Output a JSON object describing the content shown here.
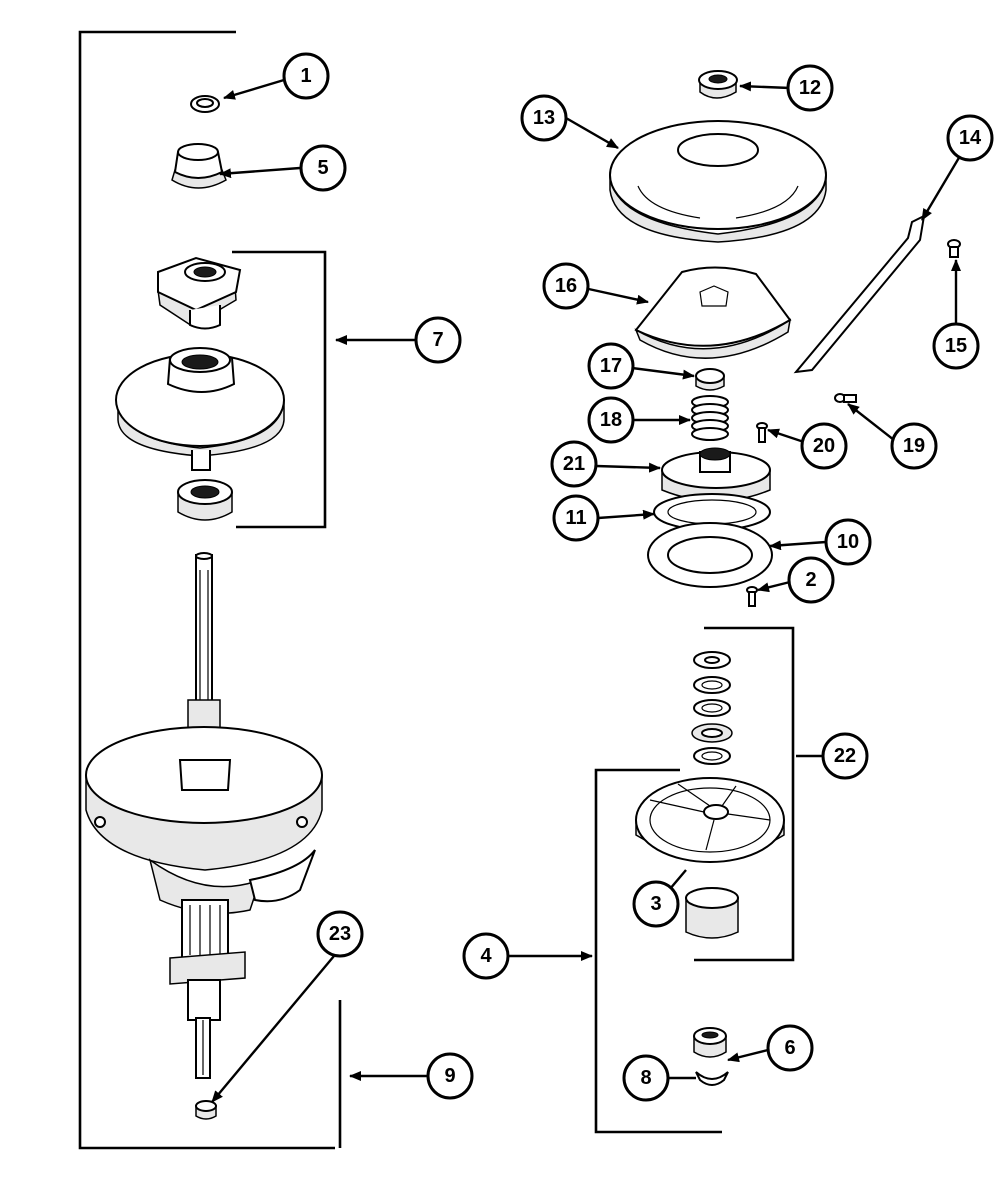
{
  "callouts": [
    {
      "id": "c1",
      "label": "1"
    },
    {
      "id": "c5",
      "label": "5"
    },
    {
      "id": "c7",
      "label": "7"
    },
    {
      "id": "c12",
      "label": "12"
    },
    {
      "id": "c13",
      "label": "13"
    },
    {
      "id": "c14",
      "label": "14"
    },
    {
      "id": "c15",
      "label": "15"
    },
    {
      "id": "c16",
      "label": "16"
    },
    {
      "id": "c17",
      "label": "17"
    },
    {
      "id": "c18",
      "label": "18"
    },
    {
      "id": "c19",
      "label": "19"
    },
    {
      "id": "c20",
      "label": "20"
    },
    {
      "id": "c21",
      "label": "21"
    },
    {
      "id": "c11",
      "label": "11"
    },
    {
      "id": "c10",
      "label": "10"
    },
    {
      "id": "c2",
      "label": "2"
    },
    {
      "id": "c22",
      "label": "22"
    },
    {
      "id": "c3",
      "label": "3"
    },
    {
      "id": "c4",
      "label": "4"
    },
    {
      "id": "c23",
      "label": "23"
    },
    {
      "id": "c9",
      "label": "9"
    },
    {
      "id": "c6",
      "label": "6"
    },
    {
      "id": "c8",
      "label": "8"
    }
  ]
}
